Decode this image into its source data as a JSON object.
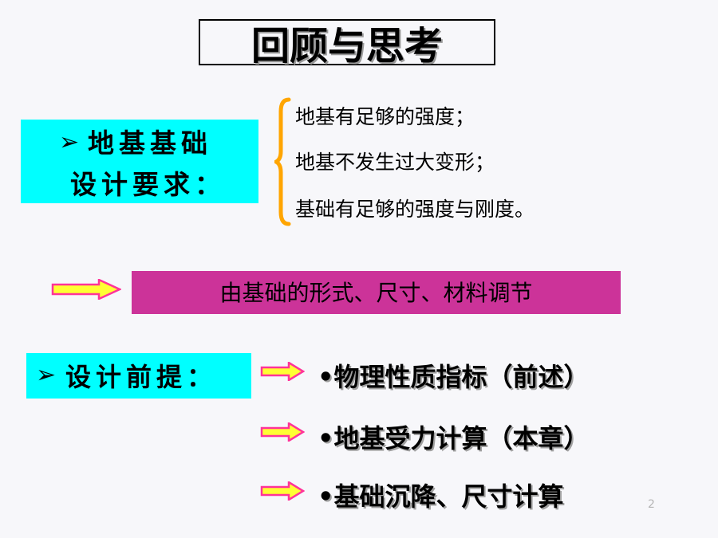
{
  "slide": {
    "title": "回顾与思考",
    "requirements": {
      "bullet_icon": "arrow-bullet-icon",
      "label_line1": "地基基础",
      "label_line2": "设计要求：",
      "items": [
        "地基有足够的强度；",
        "地基不发生过大变形；",
        "基础有足够的强度与刚度。"
      ]
    },
    "adjustment": {
      "text": "由基础的形式、尺寸、材料调节"
    },
    "premises": {
      "label": "设计前提：",
      "items": [
        "•物理性质指标（前述）",
        "•地基受力计算（本章）",
        "•基础沉降、尺寸计算"
      ]
    },
    "page_number": "2"
  },
  "colors": {
    "cyan": "#00ffff",
    "magenta": "#cc3399",
    "arrow_fill": "#ffff33",
    "arrow_stroke": "#ff3399",
    "brace": "#ffa500"
  }
}
